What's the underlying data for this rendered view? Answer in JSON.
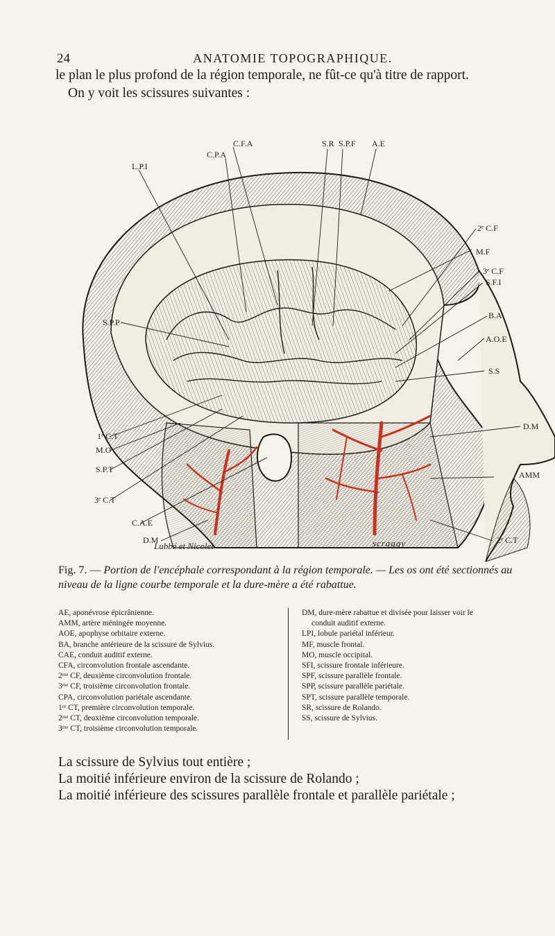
{
  "header": {
    "page_number": "24",
    "running_title": "ANATOMIE TOPOGRAPHIQUE."
  },
  "intro": {
    "line1": "le plan le plus profond de la région temporale, ne fût-ce qu'à titre de rapport.",
    "line2": "On y voit les scissures suivantes :"
  },
  "figure": {
    "labels": {
      "cfa": "C.F.A",
      "cpa": "C.P.A",
      "lpi": "L.P.I",
      "sr": "S.R",
      "spf": "S.P.F",
      "ae": "A.E",
      "cf2": "2ᵉ C.F",
      "mf": "M.F",
      "cf3": "3ᵉ C.F",
      "sfi": "S.F.I",
      "ba": "B.A",
      "aoe": "A.O.E",
      "ss": "S.S",
      "dm_right": "D.M",
      "amm": "AMM",
      "ct2": "2ᵉ C.T",
      "spp": "S.P.P",
      "ct1": "1ᵉ C.T",
      "mo": "M.O",
      "spt": "S.P.T",
      "ct3": "3ᵉ C.T",
      "cae": "C.A.E",
      "dm_left": "D.M"
    },
    "credit": "Lubbé et Nicolet",
    "signature": "scraggy",
    "colors": {
      "artery": "#c8331f",
      "ink": "#1e1b17",
      "paper": "#f6f3ea"
    }
  },
  "caption": {
    "fig_label": "Fig. 7. —",
    "text": "Portion de l'encéphale correspondant à la région temporale. — Les os ont été sectionnés au niveau de la ligne courbe temporale et la dure-mère a été rabattue."
  },
  "legend": {
    "left": [
      "AE, aponévrose épicrânienne.",
      "AMM, artère méningée moyenne.",
      "AOE, apophyse orbitaire externe.",
      "BA, branche antérieure de la scissure de Sylvius.",
      "CAE, conduit auditif externe.",
      "CFA, circonvolution frontale ascendante.",
      "2ᵐᵉ CF, deuxième circonvolution frontale.",
      "3ᵐᵉ CF, troisième circonvolution frontale.",
      "CPA, circonvolution pariétale ascendante.",
      "1ʳᵉ CT, première circonvolution temporale.",
      "2ᵐᵉ CT, deuxième circonvolution temporale.",
      "3ᵐᵉ CT, troisième circonvolution temporale."
    ],
    "right_first": "DM, dure-mère rabattue et divisée pour laisser voir le",
    "right_first_cont": "conduit auditif externe.",
    "right": [
      "LPI, lobule pariétal inférieur.",
      "MF, muscle frontal.",
      "MO, muscle occipital.",
      "SFI, scissure frontale inférieure.",
      "SPF, scissure parallèle frontale.",
      "SPP, scissure parallèle pariétale.",
      "SPT, scissure parallèle temporale.",
      "SR, scissure de Rolando.",
      "SS, scissure de Sylvius."
    ]
  },
  "closing": {
    "line1": "La scissure de Sylvius tout entière ;",
    "line2": "La moitié inférieure environ de la scissure de Rolando ;",
    "line3": "La moitié inférieure des scissures parallèle frontale et parallèle pariétale ;"
  }
}
